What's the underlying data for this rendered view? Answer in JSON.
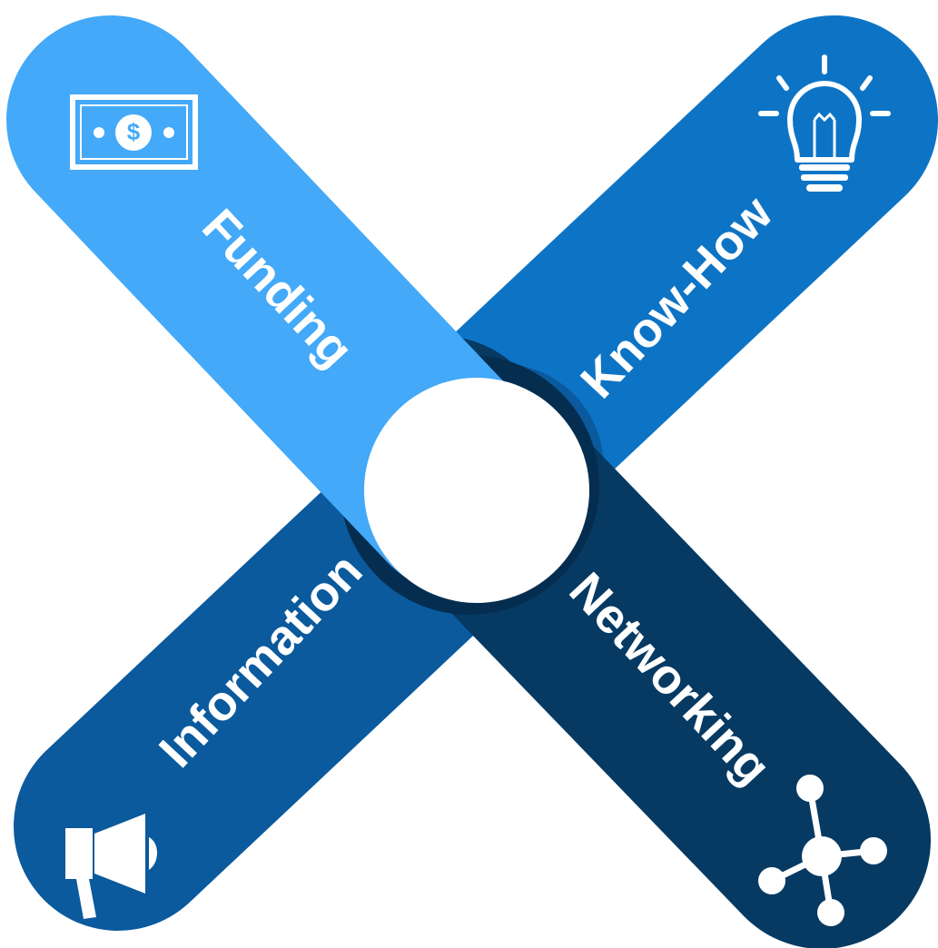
{
  "diagram": {
    "arms": [
      {
        "id": "funding",
        "label": "Funding",
        "icon": "money-bill-icon",
        "color": "#43a9f8"
      },
      {
        "id": "know-how",
        "label": "Know-How",
        "icon": "lightbulb-icon",
        "color": "#0d74c5"
      },
      {
        "id": "information",
        "label": "Information",
        "icon": "megaphone-icon",
        "color": "#0a5a9d"
      },
      {
        "id": "networking",
        "label": "Networking",
        "icon": "network-nodes-icon",
        "color": "#063a63"
      }
    ],
    "center": {
      "ring_color": "#052d4f",
      "fill_color": "#ffffff"
    }
  }
}
